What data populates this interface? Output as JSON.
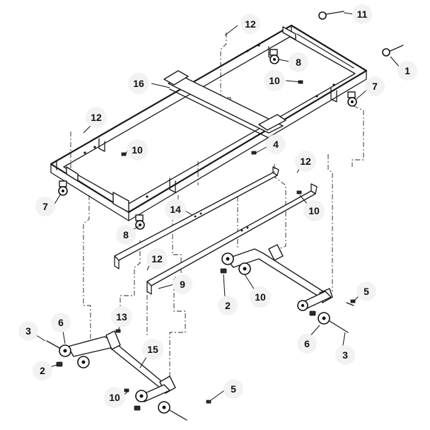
{
  "callouts": [
    {
      "label": "11"
    },
    {
      "label": "12"
    },
    {
      "label": "1"
    },
    {
      "label": "8"
    },
    {
      "label": "16"
    },
    {
      "label": "10"
    },
    {
      "label": "7"
    },
    {
      "label": "12"
    },
    {
      "label": "10"
    },
    {
      "label": "4"
    },
    {
      "label": "12"
    },
    {
      "label": "7"
    },
    {
      "label": "10"
    },
    {
      "label": "14"
    },
    {
      "label": "8"
    },
    {
      "label": "12"
    },
    {
      "label": "9"
    },
    {
      "label": "2"
    },
    {
      "label": "10"
    },
    {
      "label": "5"
    },
    {
      "label": "6"
    },
    {
      "label": "3"
    },
    {
      "label": "13"
    },
    {
      "label": "3"
    },
    {
      "label": "6"
    },
    {
      "label": "15"
    },
    {
      "label": "2"
    },
    {
      "label": "10"
    },
    {
      "label": "5"
    }
  ]
}
